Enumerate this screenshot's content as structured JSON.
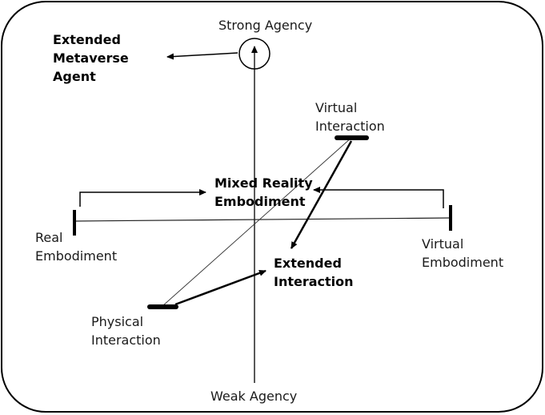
{
  "diagram": {
    "labels": {
      "strong_agency": "Strong Agency",
      "weak_agency": "Weak Agency",
      "extended_metaverse_agent": "Extended\nMetaverse\nAgent",
      "virtual_interaction": "Virtual\nInteraction",
      "mixed_reality_embodiment": "Mixed Reality\nEmbodiment",
      "real_embodiment": "Real\nEmbodiment",
      "virtual_embodiment": "Virtual\nEmbodiment",
      "extended_interaction": "Extended\nInteraction",
      "physical_interaction": "Physical\nInteraction"
    }
  }
}
